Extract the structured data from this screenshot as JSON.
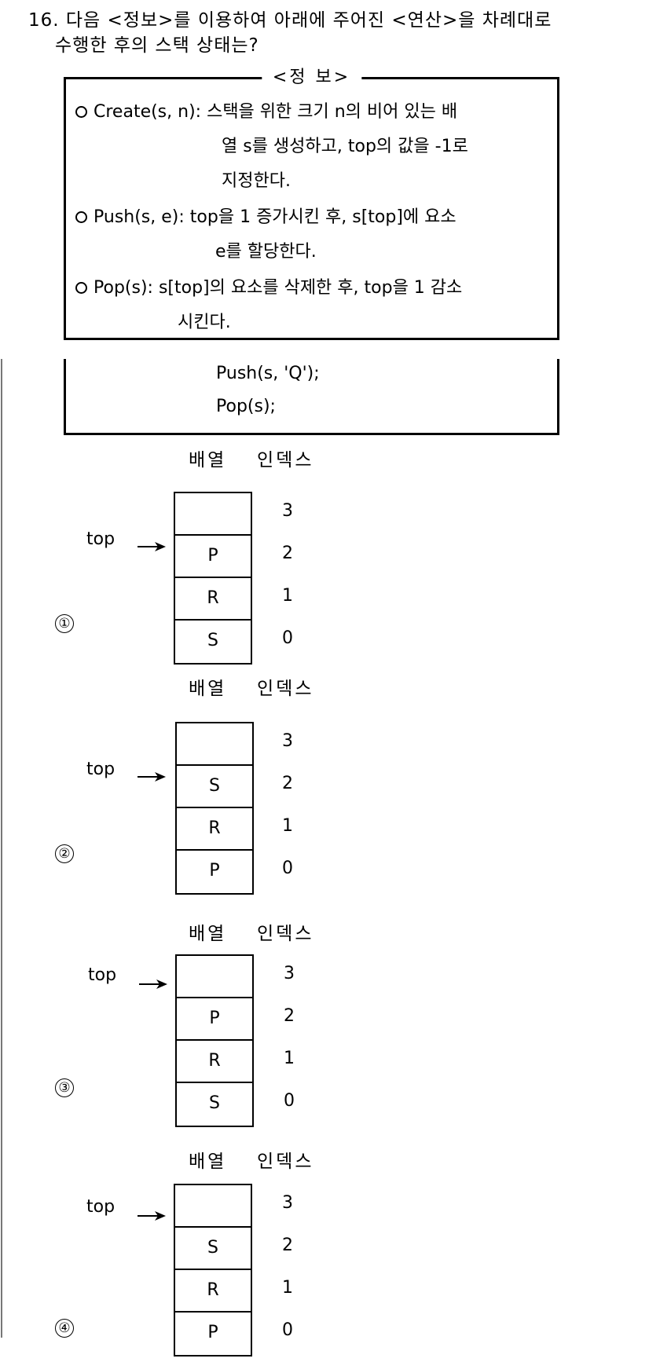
{
  "question": {
    "number": "16.",
    "line1": "다음 <정보>를 이용하여 아래에 주어진 <연산>을 차례대로",
    "line2": "수행한 후의 스택 상태는?"
  },
  "info_box": {
    "title": "<정 보>",
    "definitions": [
      {
        "term": "Create(s, n):",
        "lines": [
          "스택을 위한 크기 n의 비어 있는 배",
          "열 s를 생성하고, top의 값을  -1로",
          "지정한다."
        ]
      },
      {
        "term": "Push(s, e):",
        "lines": [
          "top을 1 증가시킨 후, s[top]에 요소",
          "e를 할당한다."
        ]
      },
      {
        "term": "Pop(s):",
        "lines": [
          "s[top]의 요소를 삭제한 후, top을 1 감소",
          "시킨다."
        ]
      }
    ]
  },
  "operations_box": {
    "lines": [
      "Push(s, 'Q');",
      "Pop(s);"
    ]
  },
  "column_headers": {
    "array": "배열",
    "index": "인덱스"
  },
  "top_label": "top",
  "options": [
    {
      "marker": "①",
      "cells": [
        "",
        "P",
        "R",
        "S"
      ],
      "indices": [
        "3",
        "2",
        "1",
        "0"
      ],
      "top_index": 2
    },
    {
      "marker": "②",
      "cells": [
        "",
        "S",
        "R",
        "P"
      ],
      "indices": [
        "3",
        "2",
        "1",
        "0"
      ],
      "top_index": 2
    },
    {
      "marker": "③",
      "cells": [
        "",
        "P",
        "R",
        "S"
      ],
      "indices": [
        "3",
        "2",
        "1",
        "0"
      ],
      "top_index": 3
    },
    {
      "marker": "④",
      "cells": [
        "",
        "S",
        "R",
        "P"
      ],
      "indices": [
        "3",
        "2",
        "1",
        "0"
      ],
      "top_index": 3
    }
  ]
}
